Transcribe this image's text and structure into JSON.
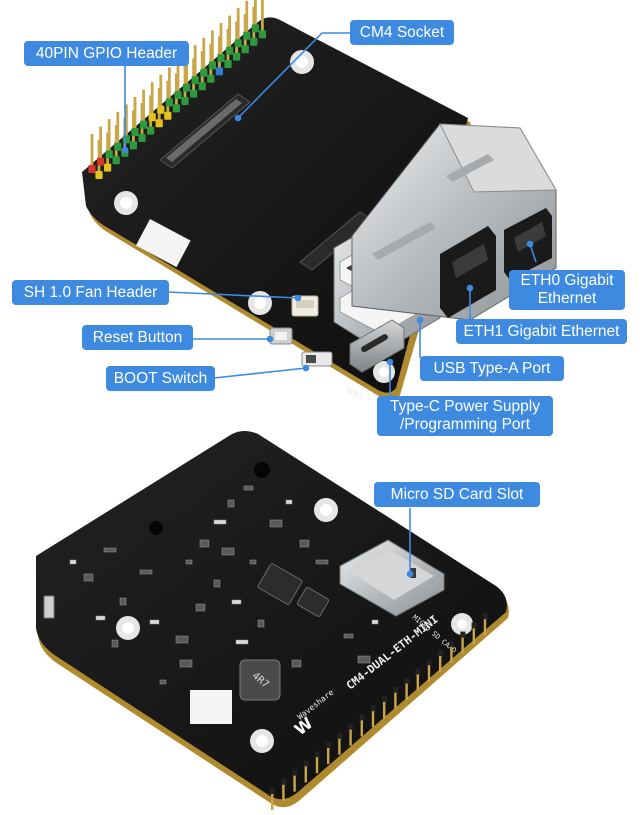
{
  "labels": {
    "gpio_header": "40PIN GPIO Header",
    "cm4_socket": "CM4 Socket",
    "fan_header": "SH 1.0 Fan Header",
    "reset_button": "Reset Button",
    "boot_switch": "BOOT Switch",
    "eth0_line1": "ETH0 Gigabit",
    "eth0_line2": "Ethernet",
    "eth1": "ETH1 Gigabit Ethernet",
    "usb_type_a": "USB Type-A Port",
    "type_c_line1": "Type-C Power Supply",
    "type_c_line2": "/Programming Port",
    "micro_sd": "Micro SD Card Slot"
  },
  "silkscreen": {
    "board_name": "CM4-DUAL-ETH-MINI",
    "brand": "Waveshare",
    "sd_label": "MICRO SD CARD",
    "inductor": "4R7",
    "boot_mark": "BOOT"
  },
  "colors": {
    "label_bg": "#3d8ae0",
    "label_text": "#ffffff",
    "pcb": "#141414",
    "pcb_edge": "#b08a2e",
    "pin_gold": "#c9a64a",
    "pin_green": "#2e9a3e",
    "pin_yellow": "#e2c21c",
    "pin_red": "#d8352a",
    "pin_blue": "#2d7fd0",
    "metal": "#c8cacc",
    "leader": "#3d8ae0"
  }
}
